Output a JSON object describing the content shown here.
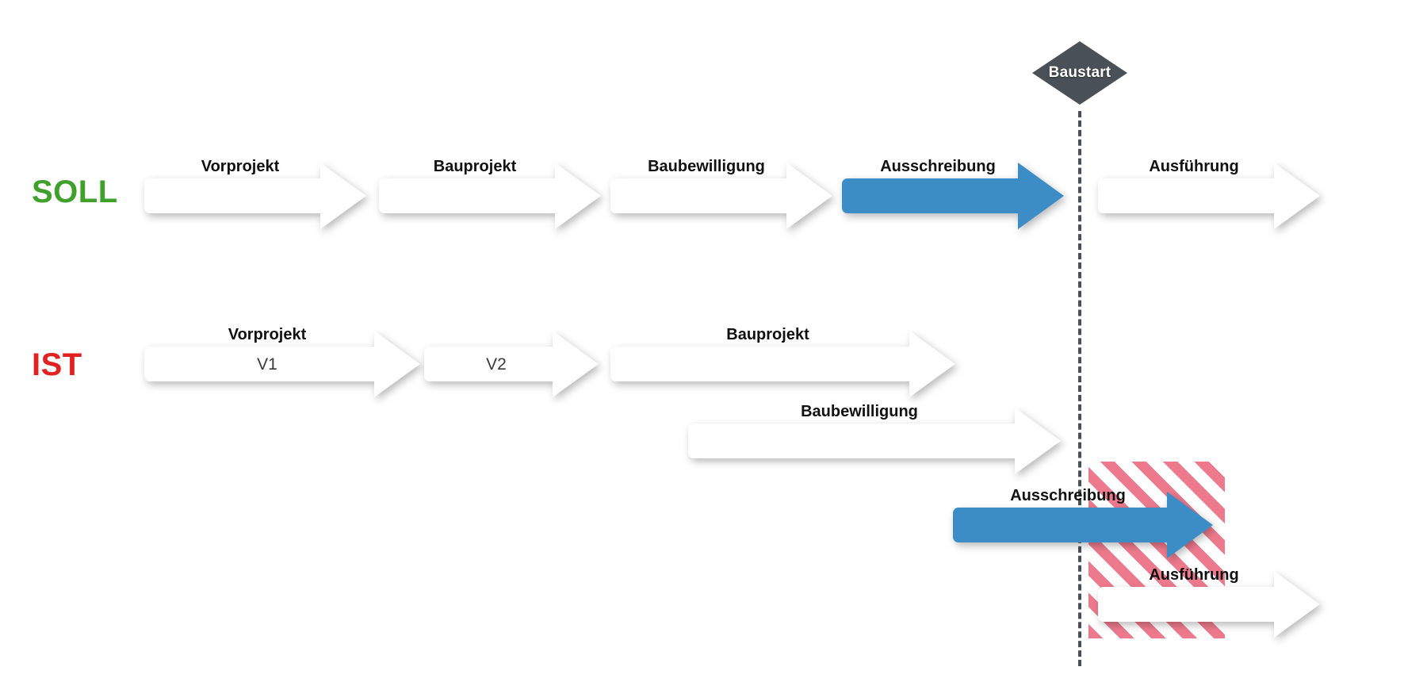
{
  "diagram": {
    "title_visible": false,
    "rows": [
      {
        "id": "soll",
        "label": "SOLL",
        "color": "#3FA12C"
      },
      {
        "id": "ist",
        "label": "IST",
        "color": "#E02322"
      }
    ],
    "milestone": {
      "label": "Baustart",
      "fill": "#4A5058",
      "text_color": "#FFFFFF"
    },
    "guide_line": {
      "color": "#4A5058",
      "style": "dashed"
    },
    "delay_zone": {
      "stripe_color": "#EC7A8C",
      "background_color": "#FFFFFF",
      "label": ""
    },
    "palette": {
      "accent_blue": "#3C8CC6",
      "arrow_white": "#FFFFFF",
      "soll_green": "#3FA12C",
      "ist_red": "#E02322",
      "milestone_gray": "#4A5058",
      "hatch_pink": "#EC7A8C"
    },
    "soll_phases": [
      {
        "title": "Vorprojekt",
        "subtitle": "",
        "highlight": false
      },
      {
        "title": "Bauprojekt",
        "subtitle": "",
        "highlight": false
      },
      {
        "title": "Baubewilligung",
        "subtitle": "",
        "highlight": false
      },
      {
        "title": "Ausschreibung",
        "subtitle": "",
        "highlight": true
      },
      {
        "title": "Ausführung",
        "subtitle": "",
        "highlight": false
      }
    ],
    "ist_phases": [
      {
        "title": "Vorprojekt",
        "subtitle": "V1",
        "highlight": false
      },
      {
        "title": "",
        "subtitle": "V2",
        "highlight": false
      },
      {
        "title": "Bauprojekt",
        "subtitle": "",
        "highlight": false
      },
      {
        "title": "Baubewilligung",
        "subtitle": "",
        "highlight": false
      },
      {
        "title": "Ausschreibung",
        "subtitle": "",
        "highlight": true
      },
      {
        "title": "Ausführung",
        "subtitle": "",
        "highlight": false
      }
    ]
  }
}
